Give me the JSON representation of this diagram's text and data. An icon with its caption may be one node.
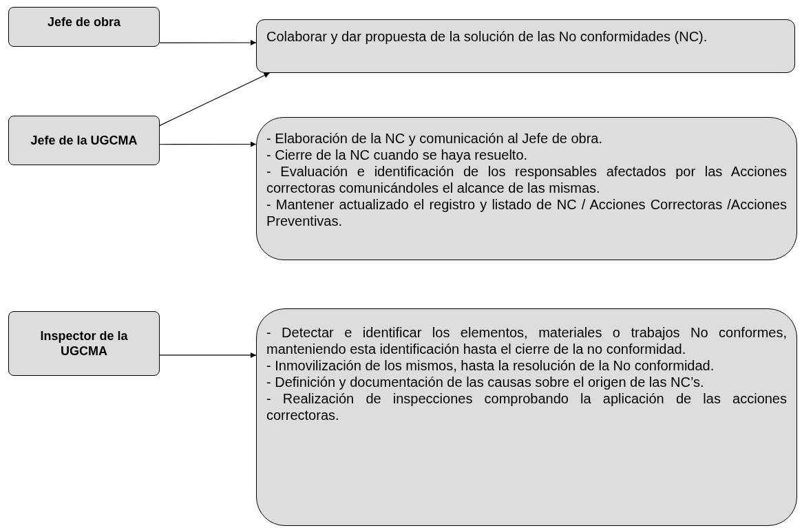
{
  "diagram": {
    "nodes": [
      {
        "text": [
          "Jefe de obra"
        ]
      },
      {
        "text": [
          "Colaborar y dar propuesta de la solución de las No conformidades (NC)."
        ]
      },
      {
        "text": [
          "Jefe de la UGCMA"
        ]
      },
      {
        "text": [
          "- Elaboración de la NC y comunicación al Jefe de obra.",
          "- Cierre de la NC cuando se haya resuelto.",
          "- Evaluación e identificación de los responsables afectados por las Acciones correctoras comunicándoles el alcance de las mismas.",
          "- Mantener actualizado el registro y listado de NC / Acciones Correctoras /Acciones Preventivas."
        ]
      },
      {
        "text": [
          "Inspector de la UGCMA"
        ]
      },
      {
        "text": [
          "- Detectar e identificar los elementos, materiales o trabajos No conformes, manteniendo esta identificación hasta el cierre de la no conformidad.",
          "- Inmovilización de los mismos, hasta la resolución de la No conformidad.",
          "- Definición y documentación de las causas sobre el origen de las NC’s.",
          "- Realización de inspecciones comprobando la aplicación de las acciones correctoras."
        ]
      }
    ],
    "edges": [
      {
        "from": 0,
        "to": 1,
        "arrow": "to"
      },
      {
        "from": 2,
        "to": 1,
        "arrow": "to"
      },
      {
        "from": 2,
        "to": 3,
        "arrow": "to"
      },
      {
        "from": 4,
        "to": 5,
        "arrow": "to"
      }
    ]
  }
}
